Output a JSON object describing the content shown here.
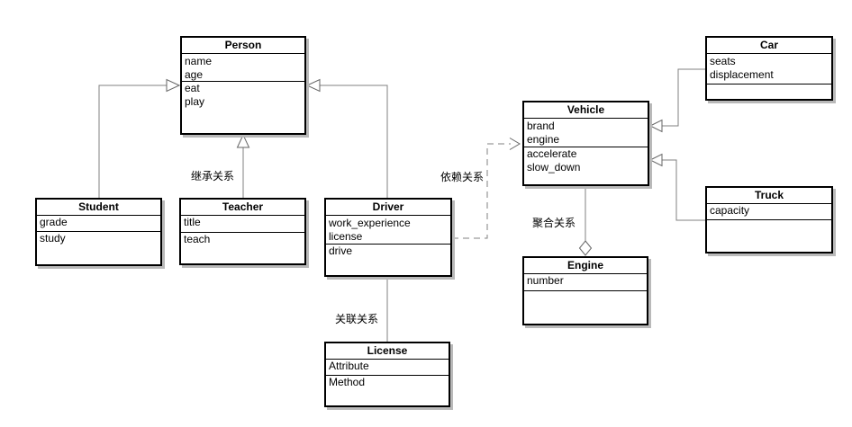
{
  "classes": {
    "person": {
      "name": "Person",
      "attributes": [
        "name",
        "age"
      ],
      "methods": [
        "eat",
        "play"
      ]
    },
    "student": {
      "name": "Student",
      "attributes": [
        "grade"
      ],
      "methods": [
        "study"
      ]
    },
    "teacher": {
      "name": "Teacher",
      "attributes": [
        "title"
      ],
      "methods": [
        "teach"
      ]
    },
    "driver": {
      "name": "Driver",
      "attributes": [
        "work_experience",
        "license"
      ],
      "methods": [
        "drive"
      ]
    },
    "license": {
      "name": "License",
      "attributes": [
        "Attribute"
      ],
      "methods": [
        "Method"
      ]
    },
    "vehicle": {
      "name": "Vehicle",
      "attributes": [
        "brand",
        "engine"
      ],
      "methods": [
        "accelerate",
        "slow_down"
      ]
    },
    "engine": {
      "name": "Engine",
      "attributes": [
        "number"
      ],
      "methods": []
    },
    "car": {
      "name": "Car",
      "attributes": [
        "seats",
        "displacement"
      ],
      "methods": []
    },
    "truck": {
      "name": "Truck",
      "attributes": [
        "capacity"
      ],
      "methods": []
    }
  },
  "edge_labels": {
    "inheritance": "继承关系",
    "dependency": "依赖关系",
    "association": "关联关系",
    "aggregation": "聚合关系"
  },
  "colors": {
    "box_border": "#000000",
    "connector": "#808080",
    "shadow": "#b9b9b9",
    "background": "#ffffff"
  }
}
